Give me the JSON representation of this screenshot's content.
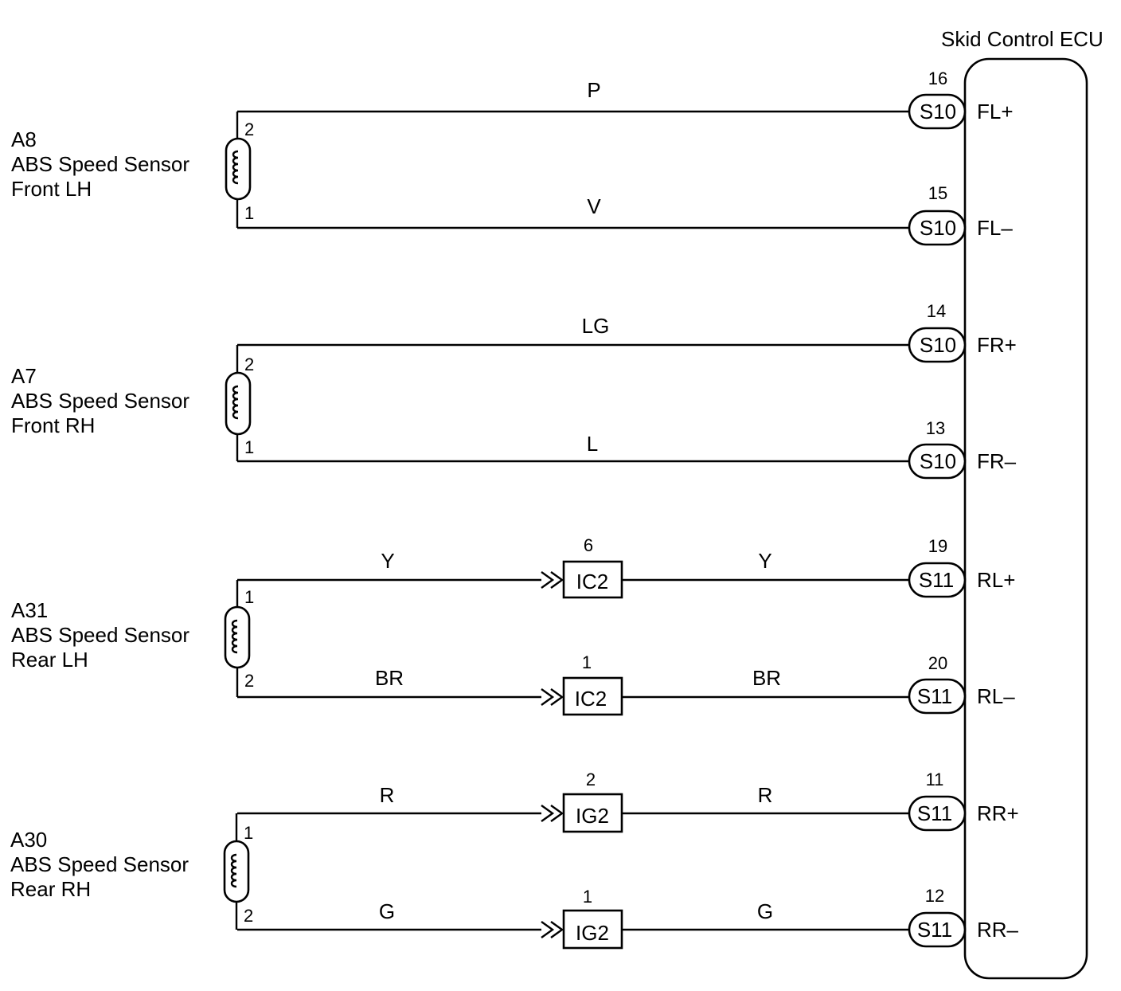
{
  "ecu": {
    "title": "Skid Control ECU",
    "pins": [
      {
        "num": "16",
        "connector": "S10",
        "signal": "FL+"
      },
      {
        "num": "15",
        "connector": "S10",
        "signal": "FL–"
      },
      {
        "num": "14",
        "connector": "S10",
        "signal": "FR+"
      },
      {
        "num": "13",
        "connector": "S10",
        "signal": "FR–"
      },
      {
        "num": "19",
        "connector": "S11",
        "signal": "RL+"
      },
      {
        "num": "20",
        "connector": "S11",
        "signal": "RL–"
      },
      {
        "num": "11",
        "connector": "S11",
        "signal": "RR+"
      },
      {
        "num": "12",
        "connector": "S11",
        "signal": "RR–"
      }
    ]
  },
  "sensors": [
    {
      "id": "A8",
      "name": "ABS Speed Sensor",
      "position": "Front LH",
      "pin_top": "2",
      "pin_bottom": "1"
    },
    {
      "id": "A7",
      "name": "ABS Speed Sensor",
      "position": "Front RH",
      "pin_top": "2",
      "pin_bottom": "1"
    },
    {
      "id": "A31",
      "name": "ABS Speed Sensor",
      "position": "Rear LH",
      "pin_top": "1",
      "pin_bottom": "2"
    },
    {
      "id": "A30",
      "name": "ABS Speed Sensor",
      "position": "Rear RH",
      "pin_top": "1",
      "pin_bottom": "2"
    }
  ],
  "wires": [
    {
      "color": "P"
    },
    {
      "color": "V"
    },
    {
      "color": "LG"
    },
    {
      "color": "L"
    },
    {
      "color": "Y",
      "junction": "IC2",
      "junction_pin": "6",
      "color_after": "Y"
    },
    {
      "color": "BR",
      "junction": "IC2",
      "junction_pin": "1",
      "color_after": "BR"
    },
    {
      "color": "R",
      "junction": "IG2",
      "junction_pin": "2",
      "color_after": "R"
    },
    {
      "color": "G",
      "junction": "IG2",
      "junction_pin": "1",
      "color_after": "G"
    }
  ]
}
